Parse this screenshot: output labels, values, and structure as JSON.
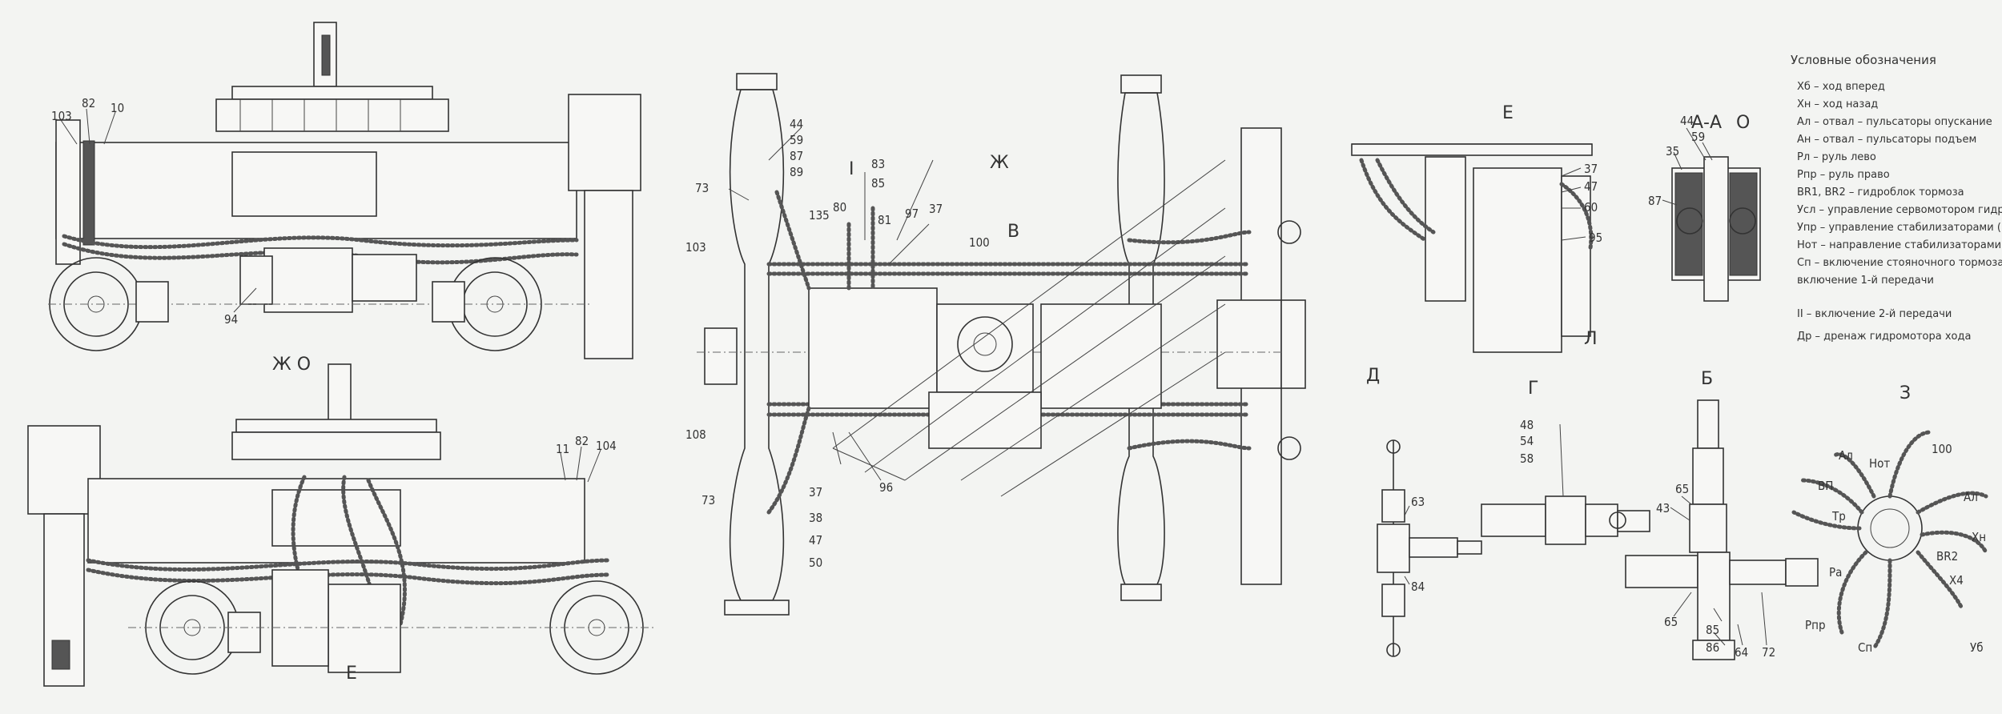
{
  "views": {
    "zh_o": "Ж О",
    "e_bottom": "Е",
    "zh_mid": "Ж",
    "b_mid": "В",
    "l_mid": "I",
    "e_top": "Е",
    "aa": "А-А",
    "o_right": "О",
    "d": "Д",
    "g": "Г",
    "b": "Б",
    "z": "З",
    "l_right": "Л"
  },
  "callouts": {
    "c103a": "103",
    "c82a": "82",
    "c10": "10",
    "c94": "94",
    "c11": "11",
    "c82b": "82",
    "c104": "104",
    "c73a": "73",
    "c103b": "103",
    "c108": "108",
    "c73b": "73",
    "c44a": "44",
    "c59a": "59",
    "c87a": "87",
    "c89": "89",
    "c83": "83",
    "c85a": "85",
    "c135": "135",
    "c80": "80",
    "c81": "81",
    "c97": "97",
    "c37a": "37",
    "c100a": "100",
    "c37b": "37",
    "c38": "38",
    "c47a": "47",
    "c50a": "50",
    "c96": "96",
    "c37c": "37",
    "c47b": "47",
    "c60": "60",
    "c95": "95",
    "c44b": "44",
    "c59b": "59",
    "c35": "35",
    "c87b": "87",
    "c63": "63",
    "c84": "84",
    "c48": "48",
    "c54": "54",
    "c58": "58",
    "c65a": "65",
    "c43": "43",
    "c65b": "65",
    "c85b": "85",
    "c86": "86",
    "c64": "64",
    "c72": "72",
    "cAu": "Ал",
    "cHom": "Нот",
    "c100b": "100",
    "cAn": "Ал",
    "cUnt": "ВП",
    "cTr": "Тр",
    "cKh": "Хн",
    "cRa": "Ра",
    "cBR2": "ВR2",
    "cX4": "Х4",
    "cPnp": "Рпр",
    "cSm": "Сп",
    "cUb": "Уб"
  },
  "legend": {
    "title": "Условные обозначения",
    "lines": [
      "Хб – ход вперед",
      "Хн – ход назад",
      "Ал – отвал – пульсаторы опускание",
      "Ан – отвал – пульсаторы подъем",
      "Рл – руль лево",
      "Рпр – руль право",
      "ВR1, ВR2 – гидроблок тормоза",
      "Усл – управление сервомотором гидронасоса",
      "Упр – управление стабилизаторами (подъем)",
      "Нот – направление стабилизаторами (опуск.)",
      "Сп – включение стояночного тормоза –",
      "      включение 1-й передачи",
      "II – включение 2-й передачи",
      "Др – дренаж гидромотора хода"
    ]
  }
}
